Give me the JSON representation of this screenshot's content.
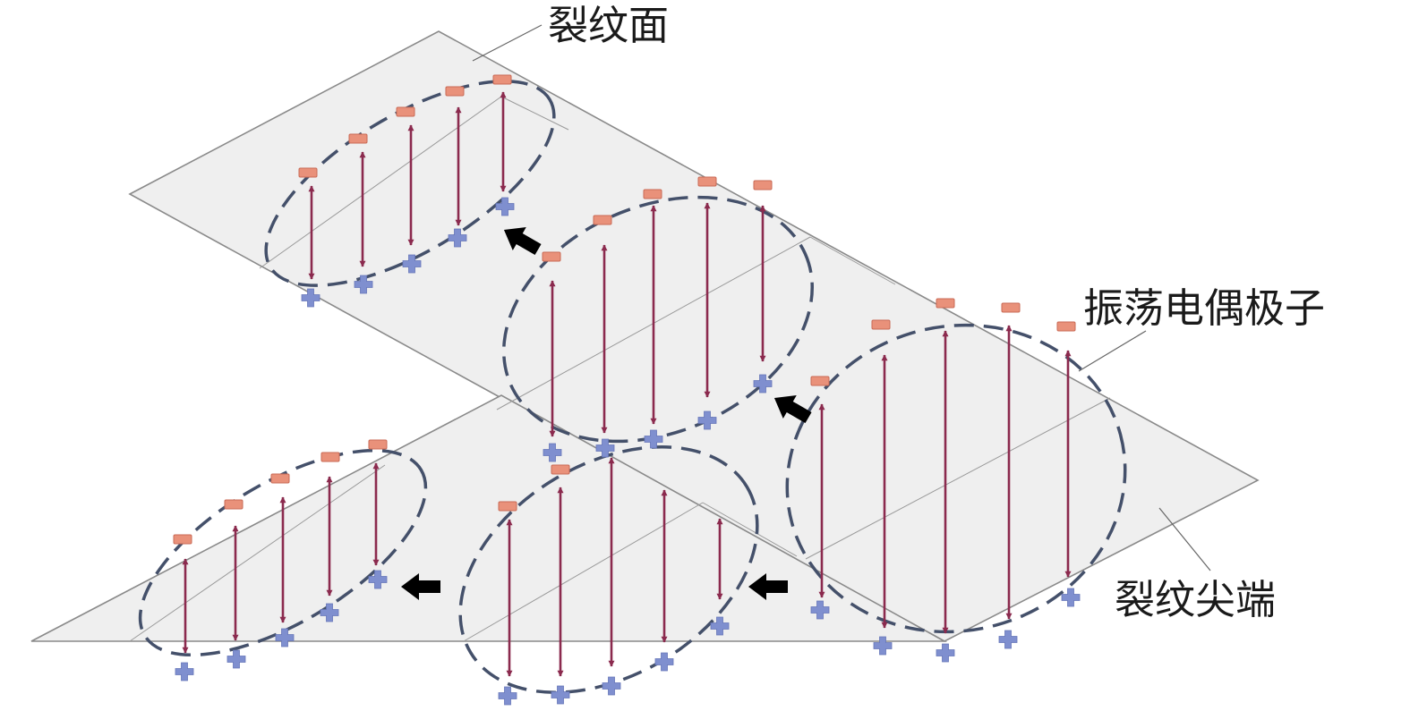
{
  "labels": {
    "crack_face": "裂纹面",
    "oscillating_dipole": "振荡电偶极子",
    "crack_tip": "裂纹尖端"
  },
  "symbols": {
    "positive": "+",
    "negative": "−"
  },
  "colors": {
    "plane_fill": "#efefef",
    "plane_edge": "#8a8a8a",
    "ellipse_dash": "#44506a",
    "dipole_arrow": "#8b2a4e",
    "negative_charge": "#e9917a",
    "positive_charge": "#7f8fcf",
    "motion_arrow": "#000000"
  }
}
